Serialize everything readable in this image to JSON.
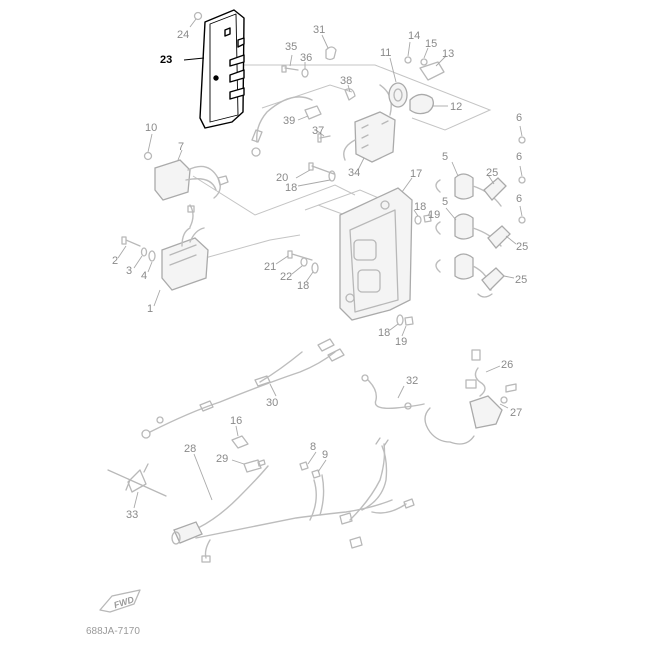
{
  "diagram": {
    "drawing_code": "688JA-7170",
    "fwd_label": "FWD",
    "highlight_color": "#000000",
    "dim_color": "#b0b0b0",
    "highlighted_part": "23",
    "callouts": {
      "c1": "1",
      "c2": "2",
      "c3": "3",
      "c4": "4",
      "c5a": "5",
      "c5b": "5",
      "c6a": "6",
      "c6b": "6",
      "c6c": "6",
      "c7": "7",
      "c8": "8",
      "c9": "9",
      "c10": "10",
      "c11": "11",
      "c12": "12",
      "c13": "13",
      "c14": "14",
      "c15": "15",
      "c16": "16",
      "c17": "17",
      "c18a": "18",
      "c18b": "18",
      "c18c": "18",
      "c18d": "18",
      "c19a": "19",
      "c19b": "19",
      "c20": "20",
      "c21": "21",
      "c22": "22",
      "c23": "23",
      "c24": "24",
      "c25a": "25",
      "c25b": "25",
      "c25c": "25",
      "c26": "26",
      "c27": "27",
      "c28": "28",
      "c29": "29",
      "c30": "30",
      "c31": "31",
      "c32": "32",
      "c33": "33",
      "c34": "34",
      "c35": "35",
      "c36": "36",
      "c37": "37",
      "c38": "38",
      "c39": "39"
    }
  }
}
